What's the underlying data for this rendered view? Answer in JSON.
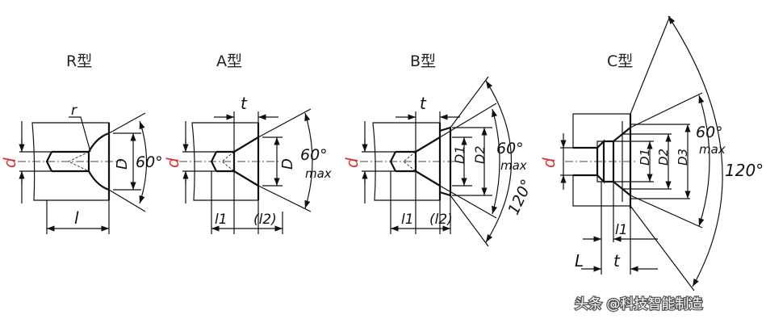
{
  "titles": {
    "r": "R型",
    "a": "A型",
    "b": "B型",
    "c": "C型"
  },
  "labels": {
    "d": "d",
    "D": "D",
    "r": "r",
    "l": "l",
    "t": "t",
    "l1": "l1",
    "l2": "(l2)",
    "D1": "D1",
    "D2": "D2",
    "D3": "D3",
    "angle60": "60°",
    "max": "max",
    "angle120": "120°",
    "L": "L"
  },
  "watermark": "头条 @科技智能制造",
  "colors": {
    "line": "#111111",
    "d_label": "#e03030"
  }
}
